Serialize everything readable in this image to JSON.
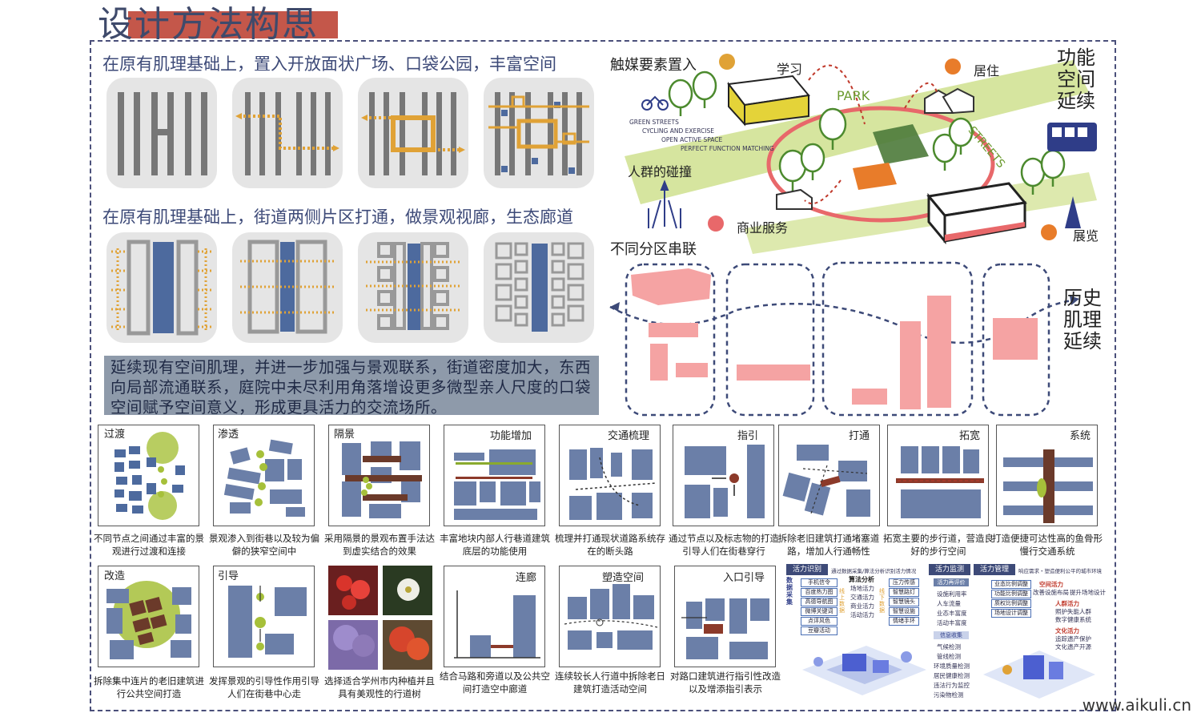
{
  "title": "设计方法构思",
  "row1_heading": "在原有肌理基础上，置入开放面状广场、口袋公园，丰富空间",
  "row2_heading": "在原有肌理基础上，街道两侧片区打通，做景观视廊，生态廊道",
  "summary": "延续现有空间肌理，并进一步加强与景观联系，街道密度加大，东西向局部流通联系，庭院中未尽利用角落增设更多微型亲人尺度的口袋空间赋予空间意义，形成更具活力的交流场所。",
  "right_top": {
    "catalyst": "触媒要素置入",
    "study": "学习",
    "live": "居住",
    "function_ext": [
      "功能",
      "空间",
      "延续"
    ],
    "park": "PARK",
    "streets": "STREETS",
    "tags": [
      "GREEN STREETS",
      "CYCLING AND EXERCISE",
      "OPEN ACTIVE SPACE",
      "PERFECT FUNCTION MATCHING"
    ],
    "crowd": "人群的碰撞",
    "commerce": "商业服务",
    "exhibit": "展览",
    "zones": "不同分区串联"
  },
  "history_ext": [
    "历史",
    "肌理",
    "延续"
  ],
  "cards_row1": [
    {
      "title": "过渡",
      "caption": "不同节点之间通过丰富的景观进行过渡和连接"
    },
    {
      "title": "渗透",
      "caption": "景观渗入到街巷以及较为偏僻的狭窄空间中"
    },
    {
      "title": "隔景",
      "caption": "采用隔景的景观布置手法达到虚实结合的效果"
    },
    {
      "title": "功能增加",
      "caption": "丰富地块内部人行巷道建筑底层的功能使用"
    },
    {
      "title": "交通梳理",
      "caption": "梳理并打通现状道路系统存在的断头路"
    },
    {
      "title": "指引",
      "caption": "通过节点以及标志物的打造引导人们在街巷穿行"
    },
    {
      "title": "打通",
      "caption": "拆除老旧建筑打通堵塞道路，增加人行通畅性"
    },
    {
      "title": "拓宽",
      "caption": "拓宽主要的步行道，营造良好的步行空间"
    },
    {
      "title": "系统",
      "caption": "打造便捷可达性高的鱼骨形慢行交通系统"
    }
  ],
  "cards_row2": [
    {
      "title": "改造",
      "caption": "拆除集中连片的老旧建筑进行公共空间打造"
    },
    {
      "title": "引导",
      "caption": "发挥景观的引导性作用引导人们在街巷中心走"
    },
    {
      "title": "",
      "caption": "选择适合学州市内种植并且具有美观性的行道树"
    },
    {
      "title": "连廊",
      "caption": "结合马路和旁道以及公共空间打造空中廊道"
    },
    {
      "title": "塑造空间",
      "caption": "连续较长人行道中拆除老日建筑打造活动空间"
    },
    {
      "title": "入口引导",
      "caption": "对路口建筑进行指引性改造以及增添指引表示"
    }
  ],
  "vitality": {
    "tab1": "活力识别",
    "tab1_note": "通过数据采集/算法分析识别活力情况",
    "tab2": "活力监测",
    "tab3": "活力管理",
    "tab3_note": "响应需求・塑造便利公平的城市环境",
    "data_collect": "数据采集",
    "algo": "算法分析",
    "sources": [
      "手机信令",
      "百度热力图",
      "高德导航图",
      "微博关键词",
      "点评风色",
      "豆瓣活动"
    ],
    "algo_items": [
      "场地活力",
      "交通活力",
      "商业活力",
      "活动活力"
    ],
    "algo_side": "线上数据",
    "offline": "线下数据",
    "offline_items": [
      "压力传感",
      "智慧路灯",
      "智慧镜头",
      "智慧设施",
      "情绪手环"
    ],
    "monitor_head": "活力再评价",
    "monitor_items": [
      "设施利用率",
      "人车流量",
      "业态丰富度",
      "活动丰富度"
    ],
    "info_head": "信息收集",
    "info_items": [
      "气候检测",
      "管线检测",
      "环境质量检测",
      "居民健康检测",
      "违法行为监控",
      "污染物检测"
    ],
    "manage_items": [
      "业态比例调整",
      "功能比例调整",
      "质权比例调整",
      "场地设计调整"
    ],
    "space_vitality": "空间活力",
    "space_notes": [
      "改善设施布局",
      "提升场地设计"
    ],
    "people_vitality": "人群活力",
    "people_notes": [
      "照护失能人群",
      "数字健康系统"
    ],
    "culture_vitality": "文化活力",
    "culture_notes": [
      "追踪遗产保护",
      "文化遗产开源"
    ]
  },
  "watermark": "www.aikuli.cn",
  "colors": {
    "accent_red": "#c4574a",
    "navy": "#3d4a78",
    "block_blue": "#6b7fa8",
    "orange": "#e0a236",
    "pink": "#f5a3a3",
    "street_green": "#d4e49a"
  }
}
